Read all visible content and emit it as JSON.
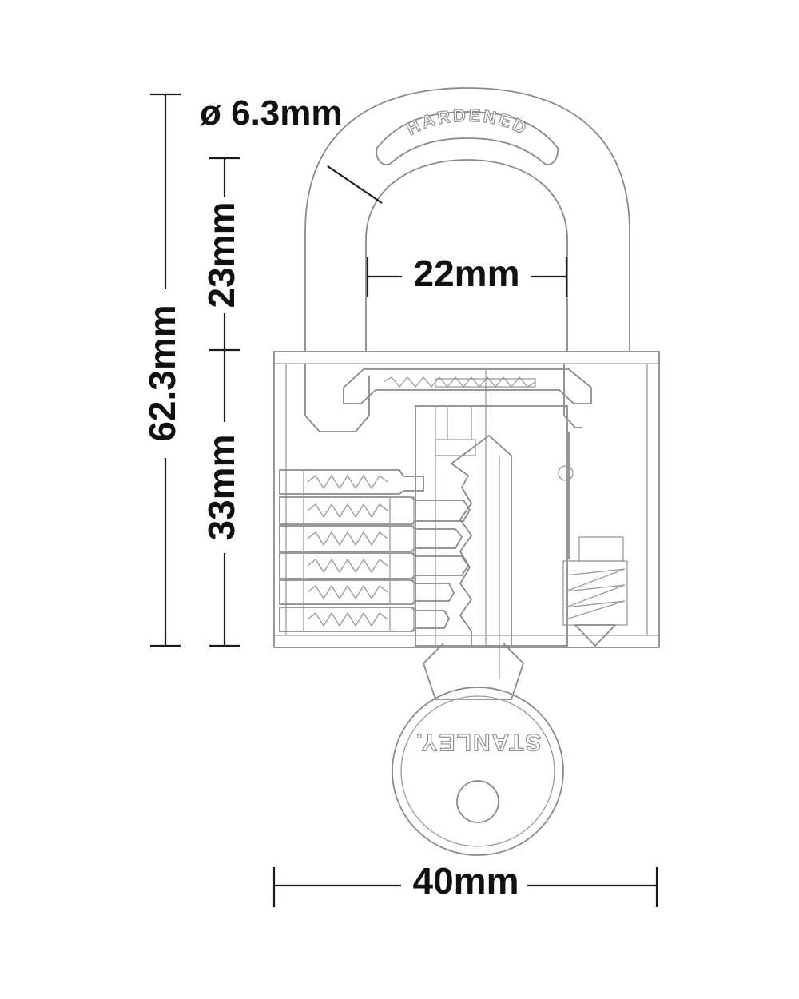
{
  "dimensions": {
    "diameter": "ø 6.3mm",
    "shackle_clearance": "23mm",
    "overall_height": "62.3mm",
    "body_height": "33mm",
    "shackle_width": "22mm",
    "body_width": "40mm"
  },
  "engravings": {
    "shackle": "HARDENED",
    "key": "STANLEY."
  },
  "colors": {
    "drawing_line": "#8a8a8a",
    "dimension_line": "#1a1a1a"
  }
}
